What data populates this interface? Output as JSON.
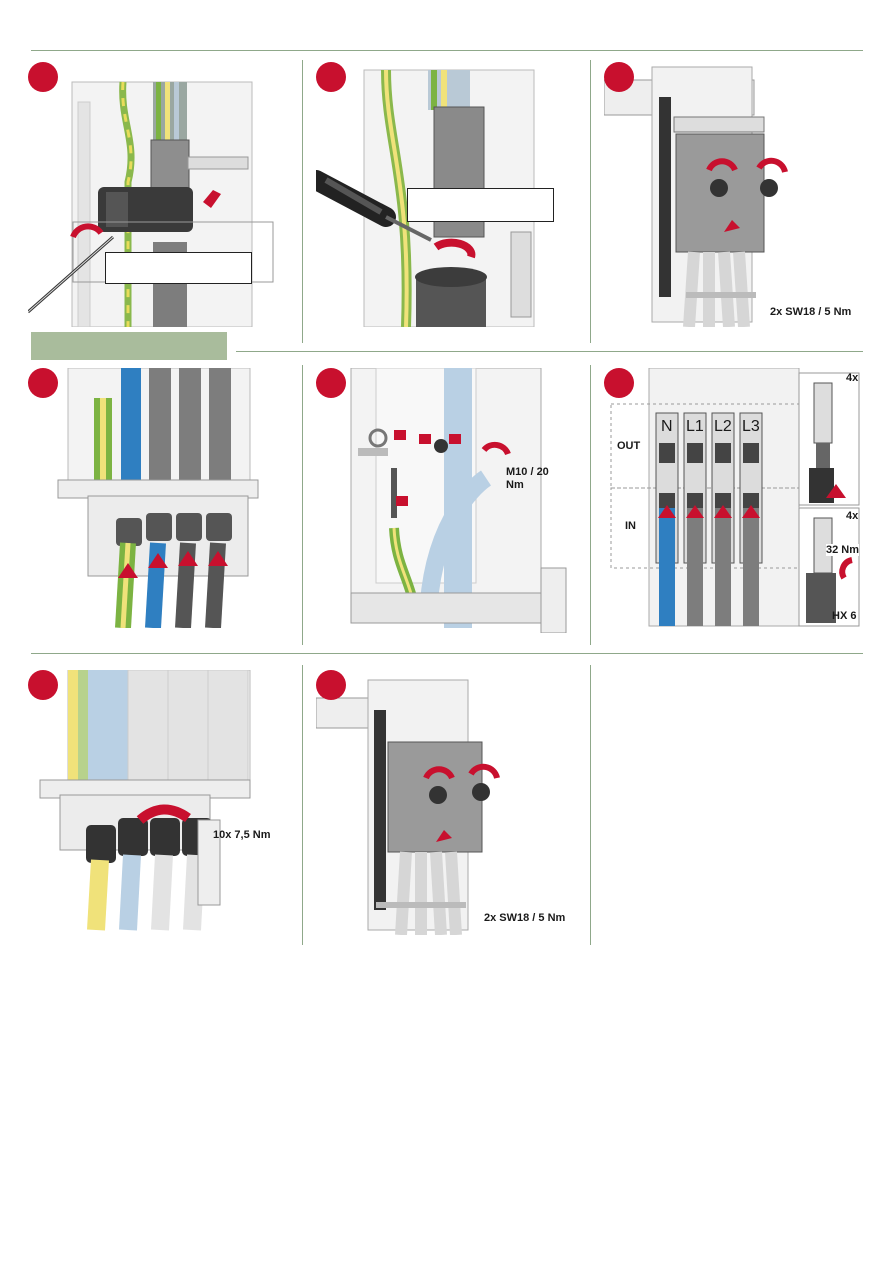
{
  "colors": {
    "step_badge": "#c8102e",
    "divider": "#8fa88a",
    "section_tab": "#a9bc9c",
    "cable_grey": "#7d7d7d",
    "cable_blue": "#2f7fc1",
    "cable_green_yellow": "#7cb342",
    "arrow_red": "#c8102e"
  },
  "panels": {
    "p3": {
      "torque": "2x SW18 / 5 Nm"
    },
    "p5": {
      "torque": "M10 / 20 Nm"
    },
    "p6": {
      "out_label": "OUT",
      "in_label": "IN",
      "terminal_labels": [
        "N",
        "L1",
        "L2",
        "L3"
      ],
      "qty_top": "4x",
      "qty_bottom": "4x",
      "torque": "32 Nm",
      "tool": "HX 6"
    },
    "p7": {
      "torque": "10x 7,5 Nm"
    },
    "p8": {
      "torque": "2x SW18 / 5 Nm"
    }
  },
  "icons": [
    "rotate-arrow-icon",
    "push-arrow-icon",
    "step-badge-icon"
  ]
}
